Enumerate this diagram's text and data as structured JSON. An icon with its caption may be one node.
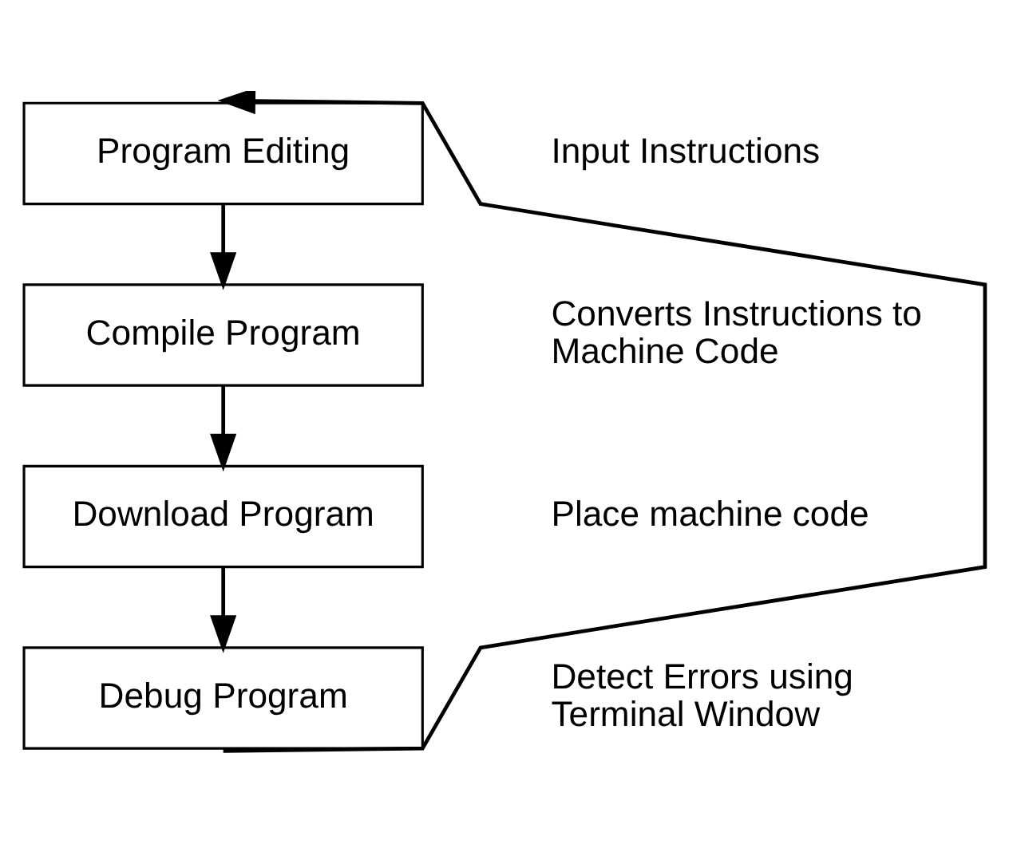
{
  "diagram": {
    "nodes": [
      {
        "text": [
          "Program Editing"
        ],
        "beside": [
          "Input Instructions"
        ]
      },
      {
        "text": [
          "Compile Program"
        ],
        "beside": [
          "Converts Instructions to Machine Code"
        ]
      },
      {
        "text": [
          "Download Program"
        ],
        "beside": [
          "Place machine code"
        ]
      },
      {
        "text": [
          "Debug Program"
        ],
        "beside": [
          "Detect Errors using Terminal Window"
        ]
      }
    ],
    "edges": [
      {
        "from": 0,
        "to": 1,
        "arrow": "to"
      },
      {
        "from": 1,
        "to": 2,
        "arrow": "to"
      },
      {
        "from": 2,
        "to": 3,
        "arrow": "to"
      },
      {
        "from": 3,
        "to": 0,
        "arrow": "to"
      }
    ]
  }
}
